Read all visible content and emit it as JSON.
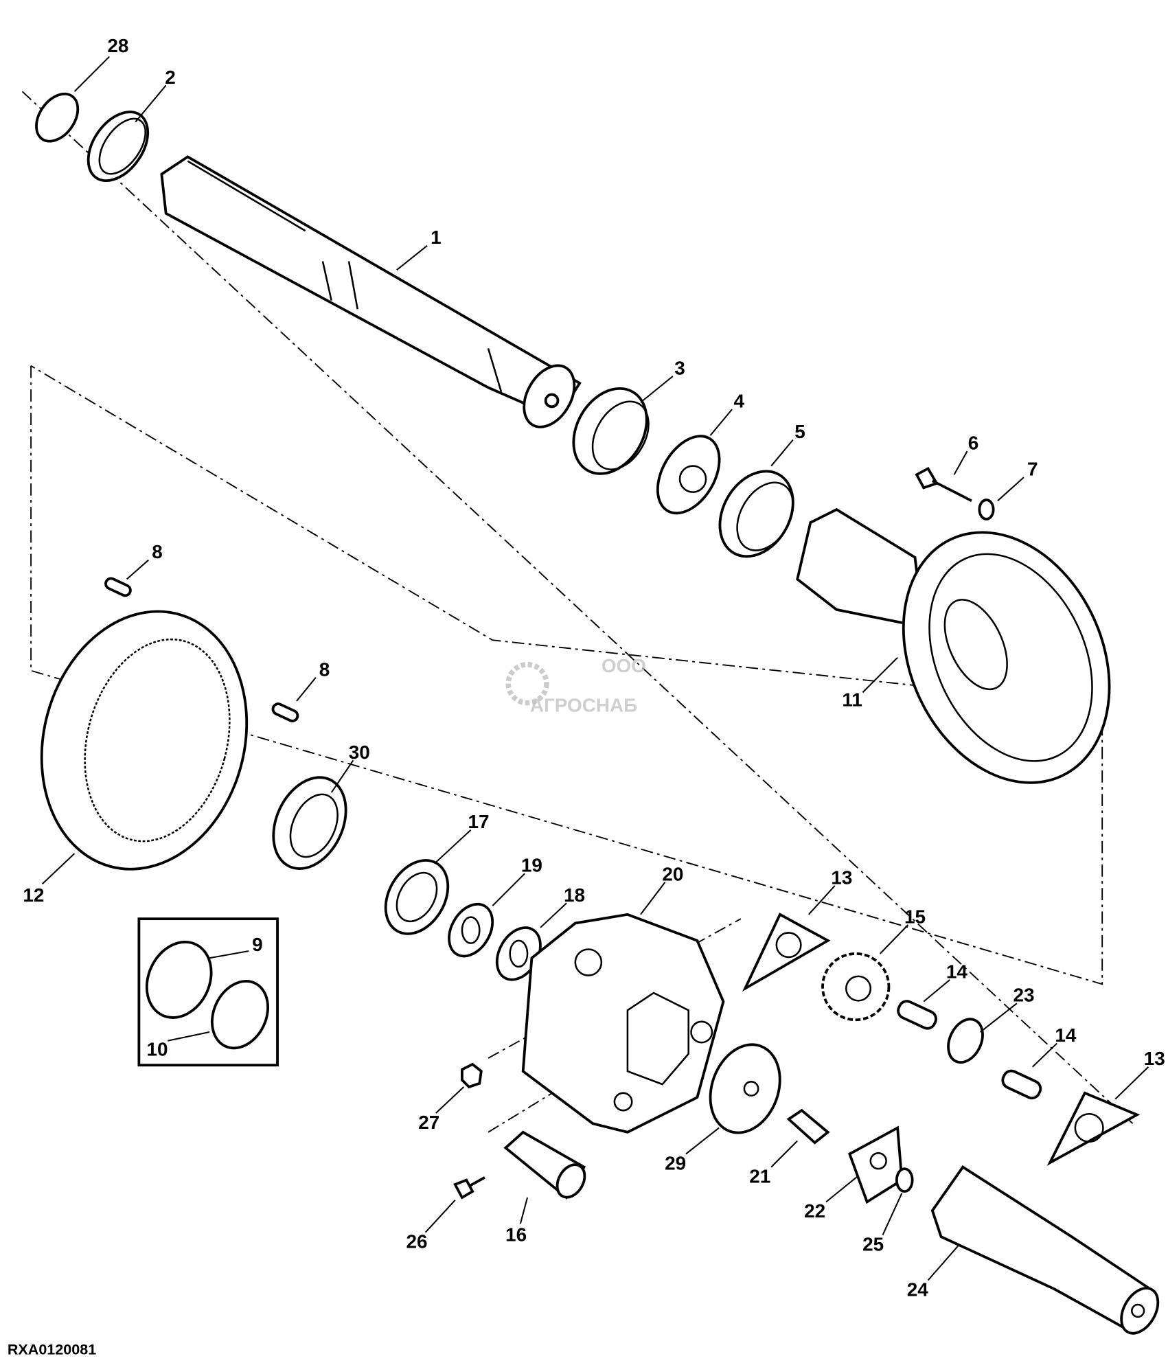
{
  "figure_id": "RXA0120081",
  "watermark": {
    "company_prefix": "ООО",
    "company_name": "АГРОСНАБ"
  },
  "callouts": [
    "28",
    "2",
    "1",
    "3",
    "4",
    "5",
    "6",
    "7",
    "8",
    "8",
    "11",
    "30",
    "12",
    "17",
    "19",
    "18",
    "20",
    "13",
    "15",
    "9",
    "10",
    "14",
    "23",
    "14",
    "13",
    "27",
    "29",
    "21",
    "22",
    "26",
    "16",
    "25",
    "24"
  ]
}
